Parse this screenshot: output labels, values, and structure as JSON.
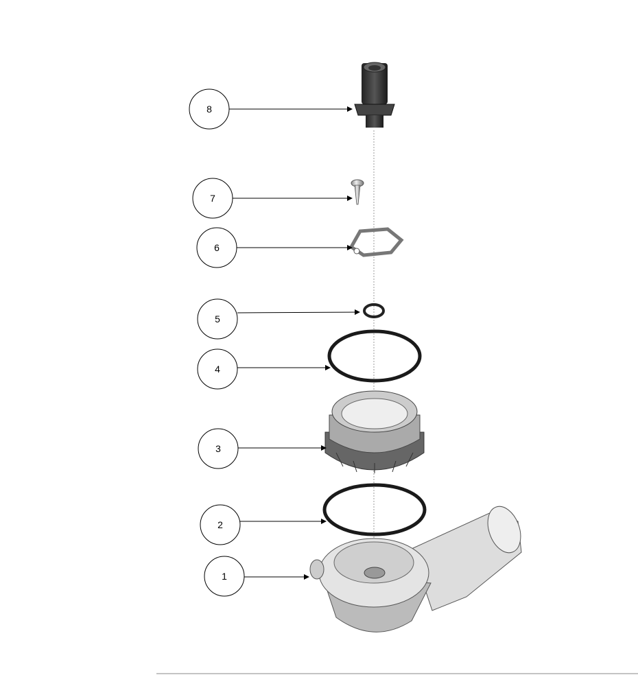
{
  "callouts": [
    {
      "number": "8",
      "part": "fitting"
    },
    {
      "number": "7",
      "part": "screw"
    },
    {
      "number": "6",
      "part": "retaining-plate"
    },
    {
      "number": "5",
      "part": "small-o-ring"
    },
    {
      "number": "4",
      "part": "large-o-ring"
    },
    {
      "number": "3",
      "part": "union-nut"
    },
    {
      "number": "2",
      "part": "o-ring"
    },
    {
      "number": "1",
      "part": "body-housing"
    }
  ]
}
